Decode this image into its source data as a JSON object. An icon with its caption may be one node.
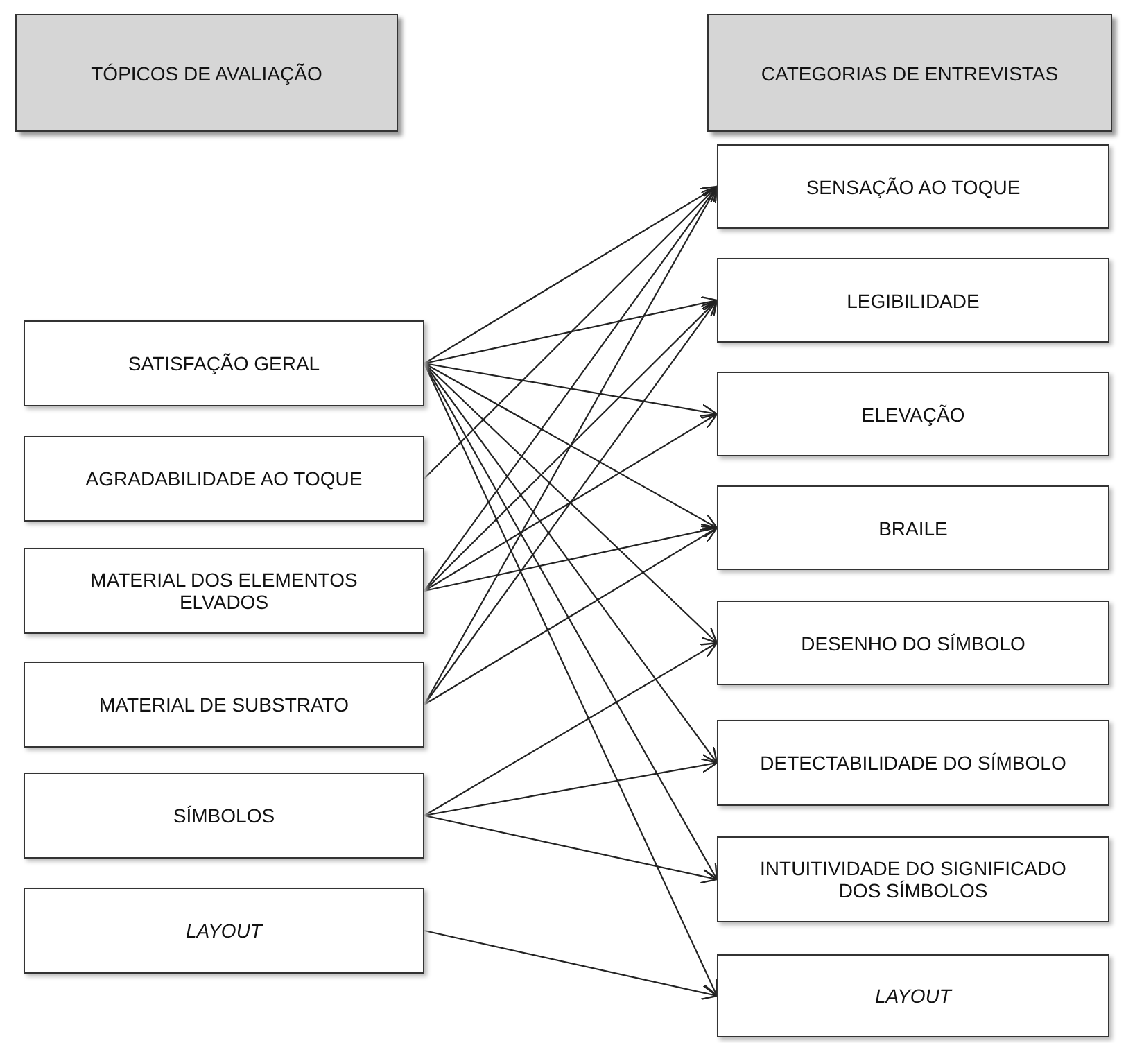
{
  "diagram": {
    "nodes": [
      {
        "text": [
          "TÓPICOS DE AVALIAÇÃO"
        ]
      },
      {
        "text": [
          "CATEGORIAS DE ENTREVISTAS"
        ]
      },
      {
        "text": [
          "SATISFAÇÃO GERAL"
        ]
      },
      {
        "text": [
          "AGRADABILIDADE AO TOQUE"
        ]
      },
      {
        "text": [
          "MATERIAL DOS ELEMENTOS ELVADOS"
        ]
      },
      {
        "text": [
          "MATERIAL DE SUBSTRATO"
        ]
      },
      {
        "text": [
          "SÍMBOLOS"
        ]
      },
      {
        "text": [
          "LAYOUT"
        ]
      },
      {
        "text": [
          "SENSAÇÃO AO TOQUE"
        ]
      },
      {
        "text": [
          "LEGIBILIDADE"
        ]
      },
      {
        "text": [
          "ELEVAÇÃO"
        ]
      },
      {
        "text": [
          "BRAILE"
        ]
      },
      {
        "text": [
          "DESENHO DO SÍMBOLO"
        ]
      },
      {
        "text": [
          "DETECTABILIDADE DO SÍMBOLO"
        ]
      },
      {
        "text": [
          "INTUITIVIDADE DO SIGNIFICADO DOS SÍMBOLOS"
        ]
      },
      {
        "text": [
          "LAYOUT"
        ]
      }
    ],
    "edges": [
      {
        "from": 2,
        "to": 8,
        "arrow": "to"
      },
      {
        "from": 2,
        "to": 9,
        "arrow": "to"
      },
      {
        "from": 2,
        "to": 10,
        "arrow": "to"
      },
      {
        "from": 2,
        "to": 11,
        "arrow": "to"
      },
      {
        "from": 2,
        "to": 12,
        "arrow": "to"
      },
      {
        "from": 2,
        "to": 13,
        "arrow": "to"
      },
      {
        "from": 2,
        "to": 14,
        "arrow": "to"
      },
      {
        "from": 2,
        "to": 15,
        "arrow": "to"
      },
      {
        "from": 3,
        "to": 8,
        "arrow": "to"
      },
      {
        "from": 4,
        "to": 8,
        "arrow": "to"
      },
      {
        "from": 4,
        "to": 9,
        "arrow": "to"
      },
      {
        "from": 4,
        "to": 10,
        "arrow": "to"
      },
      {
        "from": 4,
        "to": 11,
        "arrow": "to"
      },
      {
        "from": 5,
        "to": 8,
        "arrow": "to"
      },
      {
        "from": 5,
        "to": 9,
        "arrow": "to"
      },
      {
        "from": 5,
        "to": 11,
        "arrow": "to"
      },
      {
        "from": 6,
        "to": 12,
        "arrow": "to"
      },
      {
        "from": 6,
        "to": 13,
        "arrow": "to"
      },
      {
        "from": 6,
        "to": 14,
        "arrow": "to"
      },
      {
        "from": 7,
        "to": 15,
        "arrow": "to"
      }
    ]
  }
}
